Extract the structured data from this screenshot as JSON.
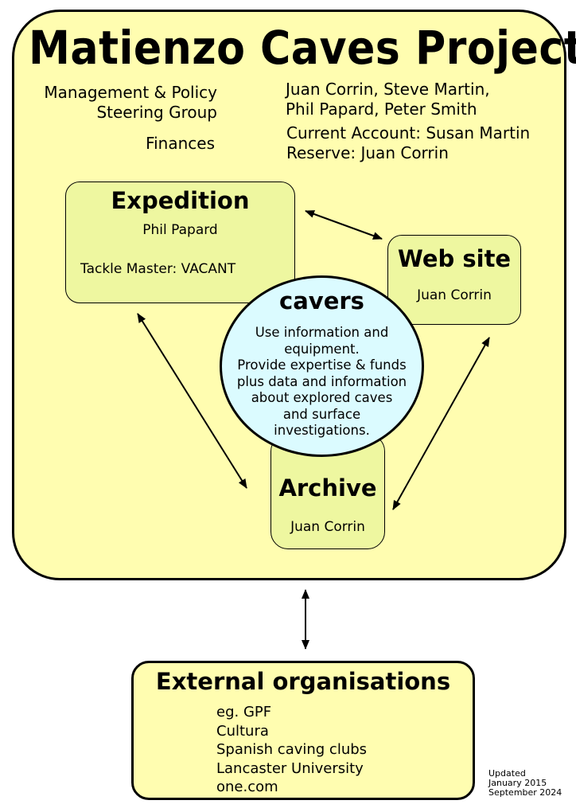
{
  "title": "Matienzo Caves Project",
  "management": {
    "label_line1": "Management & Policy",
    "label_line2": "Steering Group",
    "members_line1": "Juan Corrin, Steve Martin,",
    "members_line2": "Phil Papard, Peter Smith"
  },
  "finances": {
    "label": "Finances",
    "line1": "Current Account: Susan Martin",
    "line2": "Reserve: Juan Corrin"
  },
  "expedition": {
    "title": "Expedition",
    "person": "Phil Papard",
    "tackle": "Tackle Master: VACANT"
  },
  "website": {
    "title": "Web site",
    "person": "Juan Corrin"
  },
  "cavers": {
    "title": "cavers",
    "lines": [
      "Use information and",
      "equipment.",
      "Provide expertise & funds",
      "plus data and information",
      "about explored caves",
      "and surface",
      "investigations."
    ]
  },
  "archive": {
    "title": "Archive",
    "person": "Juan Corrin"
  },
  "external": {
    "title": "External organisations",
    "items": [
      "eg. GPF",
      "Cultura",
      "Spanish caving clubs",
      "Lancaster University",
      "one.com"
    ]
  },
  "updated": {
    "label": "Updated",
    "dates": [
      "January 2015",
      "September 2024"
    ]
  }
}
